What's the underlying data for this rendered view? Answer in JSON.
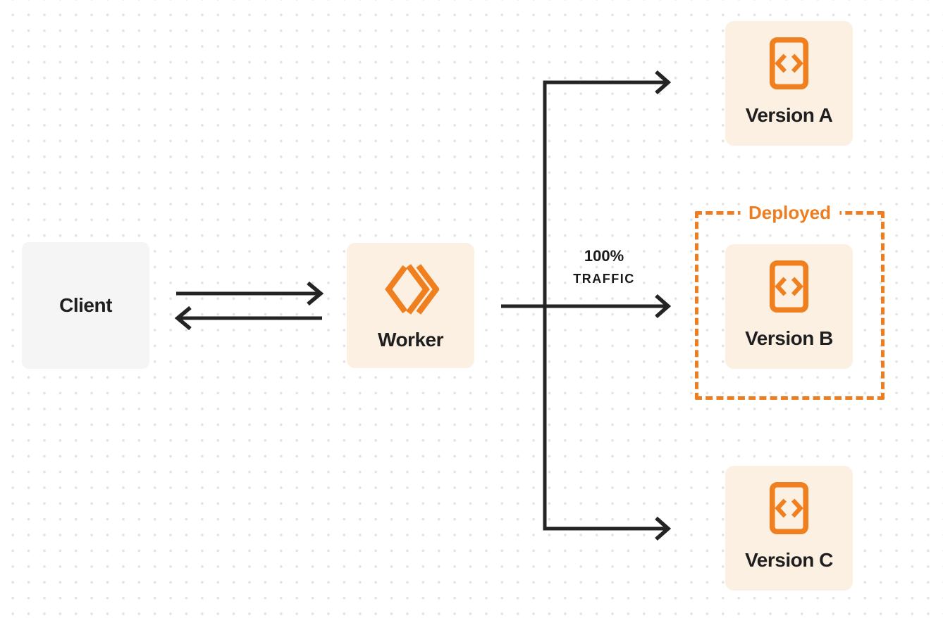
{
  "diagram": {
    "client": {
      "label": "Client"
    },
    "worker": {
      "label": "Worker",
      "icon": "worker-logo-icon"
    },
    "versions": [
      {
        "id": "a",
        "label": "Version A",
        "icon": "code-file-icon"
      },
      {
        "id": "b",
        "label": "Version B",
        "icon": "code-file-icon"
      },
      {
        "id": "c",
        "label": "Version C",
        "icon": "code-file-icon"
      }
    ],
    "deployed_badge": {
      "label": "Deployed"
    },
    "traffic_label": {
      "line1": "100%",
      "line2": "TRAFFIC"
    },
    "colors": {
      "accent_orange": "#ed7d1f",
      "icon_orange": "#f0801f",
      "node_cream": "#fbf0e2",
      "node_gray": "#f5f5f6",
      "arrow_dark": "#242424",
      "text_dark": "#1f1f1f",
      "dot_grid": "#e3e3e3",
      "background": "#ffffff"
    }
  }
}
